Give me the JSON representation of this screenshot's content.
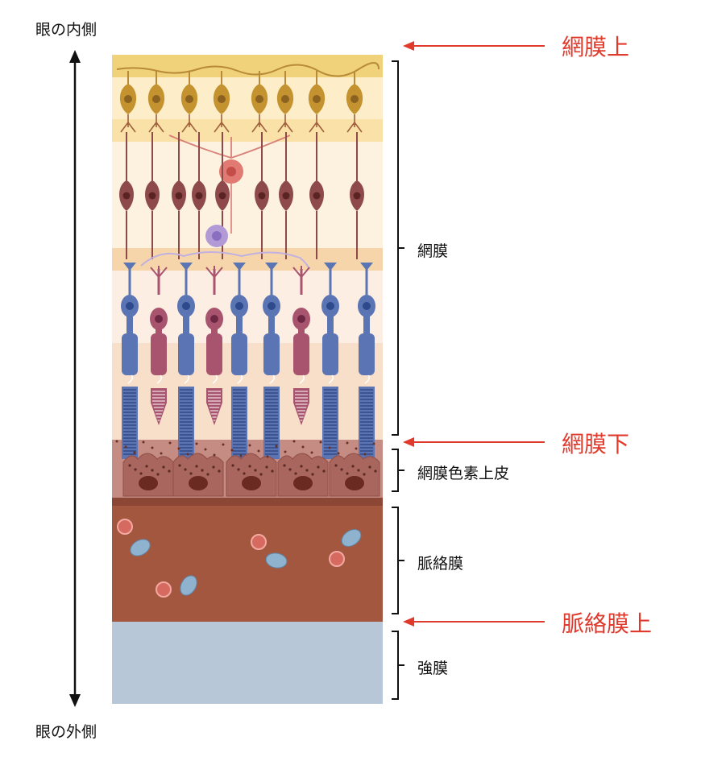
{
  "eye_inner_label": "眼の内側",
  "eye_outer_label": "眼の外側",
  "layers": [
    {
      "name": "網膜",
      "id": "retina"
    },
    {
      "name": "網膜色素上皮",
      "id": "rpe"
    },
    {
      "name": "脈絡膜",
      "id": "choroid"
    },
    {
      "name": "強膜",
      "id": "sclera"
    }
  ],
  "placements": [
    {
      "name": "網膜上",
      "id": "epiretinal"
    },
    {
      "name": "網膜下",
      "id": "subretinal"
    },
    {
      "name": "脈絡膜上",
      "id": "suprachoroidal"
    }
  ],
  "colors": {
    "annotation_red": "#e03a2c",
    "rod_cell": "#5b74b3",
    "cone_cell": "#a8546e",
    "bipolar_cell": "#8e4a4a",
    "ganglion_cell": "#c4922e",
    "horizontal_cell": "#b29ad6",
    "amacrine_cell": "#e17a72",
    "rpe_cell": "#a8665e",
    "choroid": "#a4573f",
    "sclera": "#b7c7d8"
  }
}
